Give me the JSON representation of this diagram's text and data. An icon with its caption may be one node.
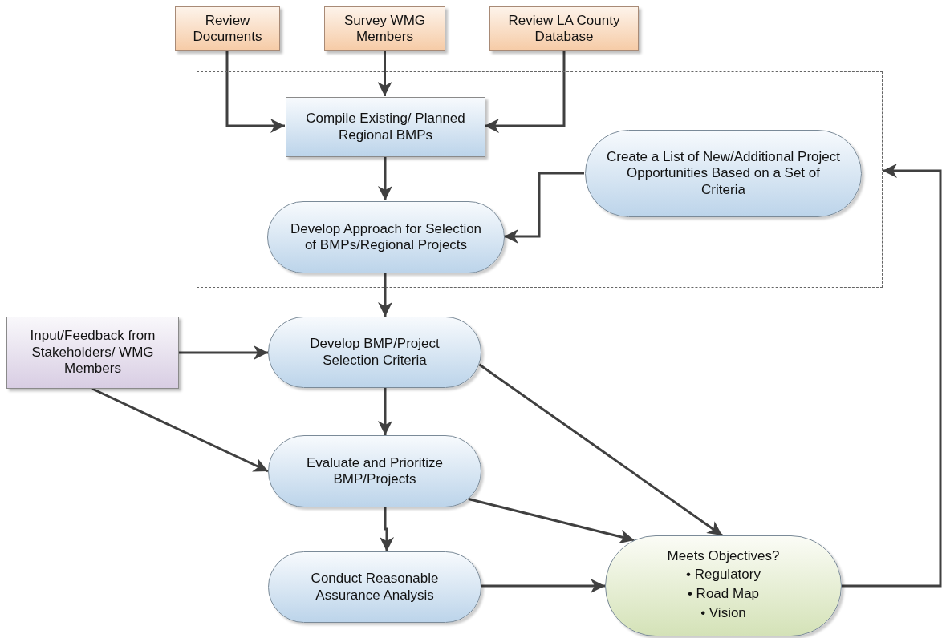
{
  "diagram": {
    "nodes": [
      {
        "text": [
          "Review Documents"
        ]
      },
      {
        "text": [
          "Survey WMG Members"
        ]
      },
      {
        "text": [
          "Review LA County Database"
        ]
      },
      {
        "text": [],
        "shape": "box"
      },
      {
        "text": [
          "Compile Existing/ Planned Regional BMPs"
        ],
        "in": 3
      },
      {
        "text": [
          "Create a List of New/Additional Project Opportunities Based on a Set of Criteria"
        ],
        "in": 3
      },
      {
        "text": [
          "Develop Approach for Selection of BMPs/Regional Projects"
        ],
        "in": 3
      },
      {
        "text": [
          "Input/Feedback from Stakeholders/ WMG Members"
        ]
      },
      {
        "text": [
          "Develop BMP/Project Selection Criteria"
        ]
      },
      {
        "text": [
          "Evaluate and Prioritize BMP/Projects"
        ]
      },
      {
        "text": [
          "Conduct Reasonable Assurance Analysis"
        ]
      },
      {
        "text": [
          "Meets Objectives?",
          "• Regulatory",
          "• Road Map",
          "• Vision"
        ]
      }
    ],
    "edges": [
      {
        "from": 0,
        "to": 4,
        "arrow": "to"
      },
      {
        "from": 1,
        "to": 4,
        "arrow": "to"
      },
      {
        "from": 2,
        "to": 4,
        "arrow": "to"
      },
      {
        "from": 4,
        "to": 6,
        "arrow": "to"
      },
      {
        "from": 5,
        "to": 6,
        "arrow": "to"
      },
      {
        "from": 6,
        "to": 8,
        "arrow": "to"
      },
      {
        "from": 7,
        "to": 8,
        "arrow": "to"
      },
      {
        "from": 7,
        "to": 9,
        "arrow": "to"
      },
      {
        "from": 8,
        "to": 9,
        "arrow": "to"
      },
      {
        "from": 8,
        "to": 11,
        "arrow": "to"
      },
      {
        "from": 9,
        "to": 10,
        "arrow": "to"
      },
      {
        "from": 9,
        "to": 11,
        "arrow": "to"
      },
      {
        "from": 10,
        "to": 11,
        "arrow": "to"
      },
      {
        "from": 11,
        "to": 3,
        "arrow": "to"
      }
    ]
  }
}
